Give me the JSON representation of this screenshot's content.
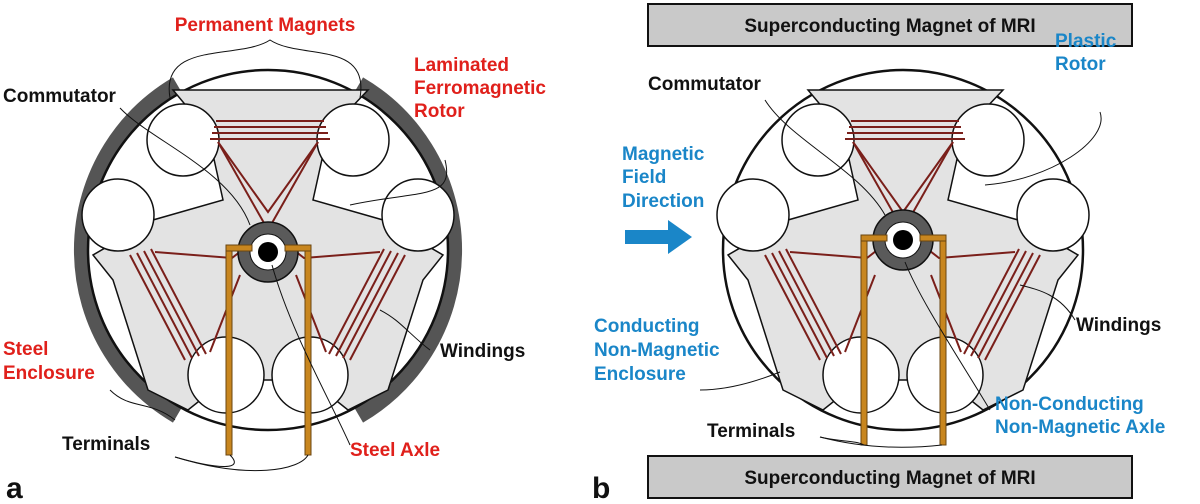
{
  "colors": {
    "label_black": "#111111",
    "label_red": "#e0201b",
    "label_blue": "#1a86c8",
    "rotor_fill": "#e3e3e3",
    "winding": "#7a1f1a",
    "commutator": "#5a5a5a",
    "terminal": "#c8861f",
    "enclosure_steel": "#555555",
    "mri_magnet": "#c9c9c9",
    "arrow": "#1a86c8"
  },
  "panel_a": {
    "letter": "a",
    "labels": {
      "permanent_magnets": "Permanent Magnets",
      "laminated_1": "Laminated",
      "laminated_2": "Ferromagnetic",
      "laminated_3": "Rotor",
      "commutator": "Commutator",
      "windings": "Windings",
      "steel_enclosure_1": "Steel",
      "steel_enclosure_2": "Enclosure",
      "terminals": "Terminals",
      "steel_axle": "Steel Axle"
    }
  },
  "panel_b": {
    "letter": "b",
    "top_magnet": "Superconducting Magnet of MRI",
    "bottom_magnet": "Superconducting Magnet of MRI",
    "labels": {
      "commutator": "Commutator",
      "plastic_rotor_1": "Plastic",
      "plastic_rotor_2": "Rotor",
      "field_1": "Magnetic",
      "field_2": "Field",
      "field_3": "Direction",
      "windings": "Windings",
      "enclosure_1": "Conducting",
      "enclosure_2": "Non-Magnetic",
      "enclosure_3": "Enclosure",
      "axle_1": "Non-Conducting",
      "axle_2": "Non-Magnetic Axle",
      "terminals": "Terminals"
    }
  }
}
